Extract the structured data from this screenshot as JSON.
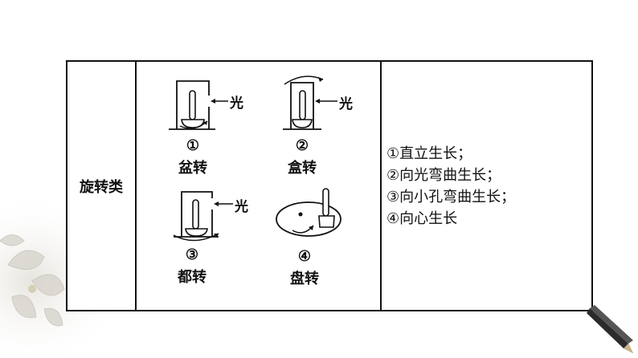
{
  "category": "旋转类",
  "figures": [
    {
      "num": "①",
      "name": "盆转",
      "light": "光"
    },
    {
      "num": "②",
      "name": "盒转",
      "light": "光"
    },
    {
      "num": "③",
      "name": "都转",
      "light": "光"
    },
    {
      "num": "④",
      "name": "盘转"
    }
  ],
  "results": [
    "①直立生长；",
    "②向光弯曲生长；",
    "③向小孔弯曲生长；",
    "④向心生长"
  ]
}
